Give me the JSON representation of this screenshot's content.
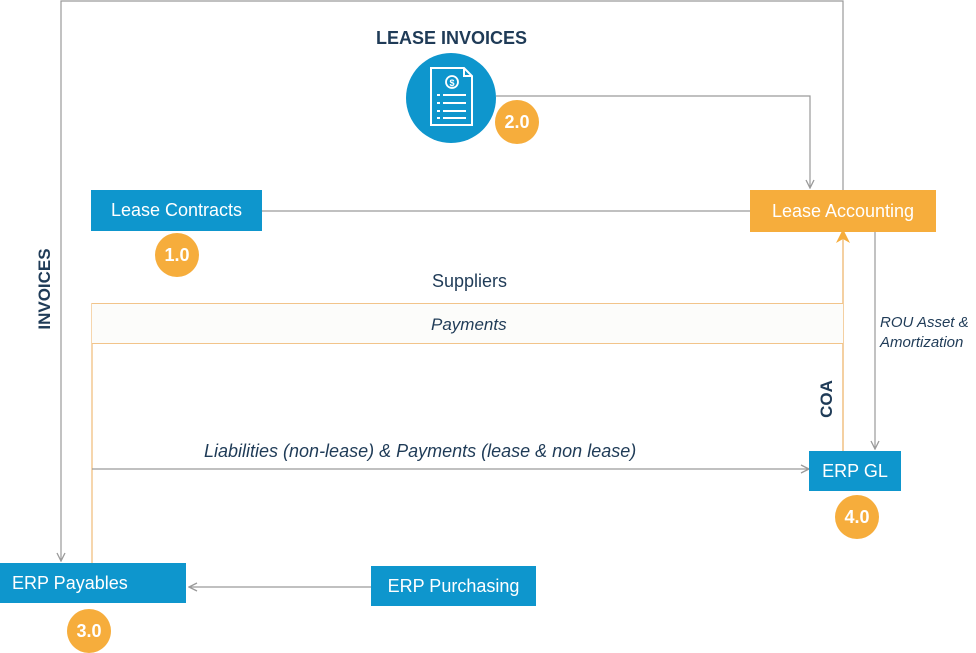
{
  "title": "LEASE INVOICES",
  "side_label_invoices": "INVOICES",
  "nodes": {
    "lease_contracts": "Lease Contracts",
    "lease_accounting": "Lease Accounting",
    "erp_payables": "ERP Payables",
    "erp_purchasing": "ERP Purchasing",
    "erp_gl": "ERP GL"
  },
  "badges": {
    "lease_contracts": "1.0",
    "lease_invoices": "2.0",
    "erp_payables": "3.0",
    "erp_gl": "4.0"
  },
  "labels": {
    "suppliers": "Suppliers",
    "payments": "Payments",
    "liabilities": "Liabilities (non-lease) & Payments (lease & non lease)",
    "rou_line1": "ROU Asset &",
    "rou_line2": "Amortization",
    "coa": "COA"
  },
  "colors": {
    "node_blue": "#0e96cd",
    "node_orange": "#f6ad3c",
    "text_navy": "#1f3b57",
    "line_gray": "#9a9a9a",
    "line_orange": "#f2c48a"
  },
  "icons": {
    "lease_invoices": "invoice-document-icon"
  }
}
